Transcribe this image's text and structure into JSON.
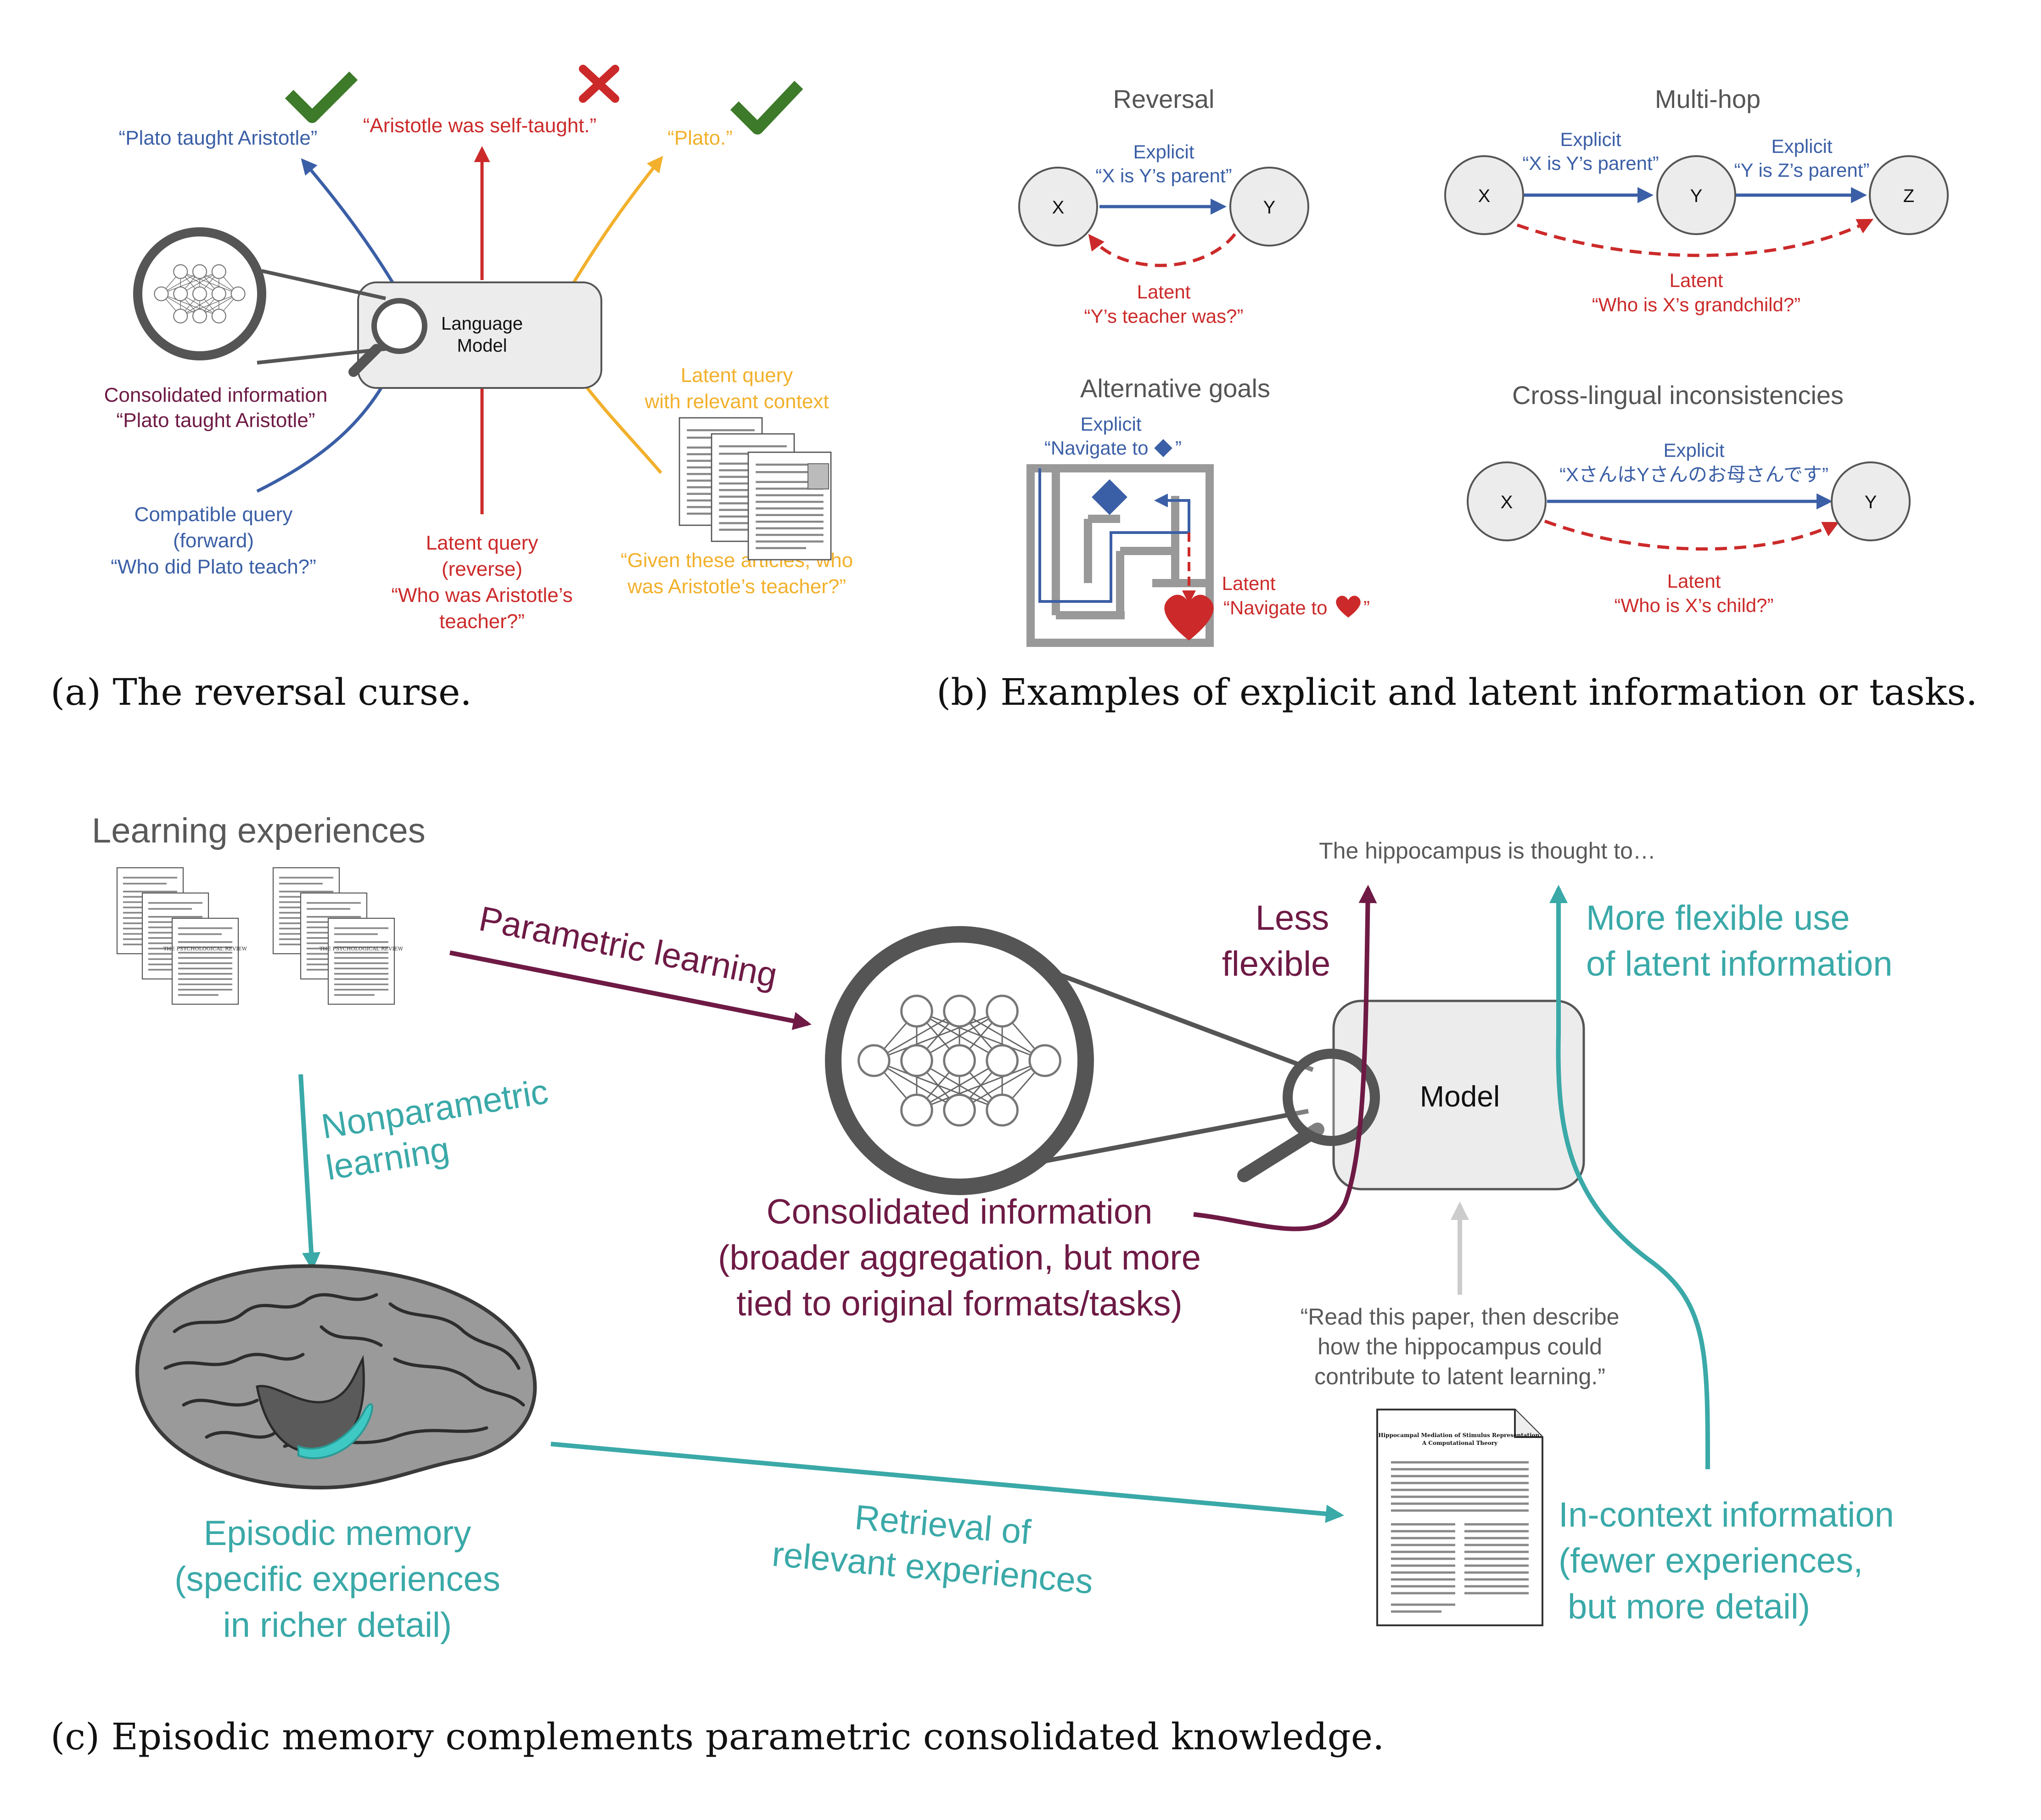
{
  "colors": {
    "blue": "#3b5fa6",
    "red": "#cc2a2a",
    "orange": "#f2b02c",
    "green": "#3d7a2a",
    "purple": "#6e1a45",
    "teal": "#3aa9a8",
    "gray": "#595959",
    "node_fill": "#ececec"
  },
  "panel_a": {
    "caption": "(a) The reversal curse.",
    "model_label_1": "Language",
    "model_label_2": "Model",
    "out_correct_forward": "“Plato taught Aristotle”",
    "out_wrong_reverse": "“Aristotle was self-taught.”",
    "out_correct_context": "“Plato.”",
    "consolidated_1": "Consolidated information",
    "consolidated_2": "“Plato taught Aristotle”",
    "compatible_1": "Compatible query",
    "compatible_2": "(forward)",
    "compatible_3": "“Who did Plato teach?”",
    "latent_1": "Latent query",
    "latent_2": "(reverse)",
    "latent_3": "“Who was Aristotle’s",
    "latent_4": "teacher?”",
    "context_label_1": "Latent query",
    "context_label_2": "with relevant context",
    "context_q_1": "“Given these articles, who",
    "context_q_2": "was Aristotle’s teacher?”",
    "icons": [
      "checkmark-icon",
      "cross-icon",
      "checkmark-icon",
      "magnifier-icon",
      "neural-network-icon",
      "documents-icon"
    ]
  },
  "panel_b": {
    "caption": "(b) Examples of explicit and latent information or tasks.",
    "reversal": {
      "title": "Reversal",
      "node_x": "X",
      "node_y": "Y",
      "explicit_1": "Explicit",
      "explicit_2": "“X is Y’s parent”",
      "latent_1": "Latent",
      "latent_2": "“Y’s teacher was?”"
    },
    "multihop": {
      "title": "Multi-hop",
      "node_x": "X",
      "node_y": "Y",
      "node_z": "Z",
      "explicit_a_1": "Explicit",
      "explicit_a_2": "“X is Y’s parent”",
      "explicit_b_1": "Explicit",
      "explicit_b_2": "“Y is Z’s parent”",
      "latent_1": "Latent",
      "latent_2": "“Who is X’s grandchild?”"
    },
    "goals": {
      "title": "Alternative goals",
      "explicit_1": "Explicit",
      "explicit_2": "“Navigate to",
      "explicit_end": "”",
      "latent_1": "Latent",
      "latent_2": "“Navigate to",
      "latent_end": "”",
      "icons": [
        "maze-icon",
        "diamond-icon",
        "heart-icon"
      ]
    },
    "crosslingual": {
      "title": "Cross-lingual inconsistencies",
      "node_x": "X",
      "node_y": "Y",
      "explicit_1": "Explicit",
      "explicit_2": "“XさんはYさんのお母さんです”",
      "latent_1": "Latent",
      "latent_2": "“Who is X’s child?”"
    }
  },
  "panel_c": {
    "caption": "(c) Episodic memory complements parametric consolidated knowledge.",
    "learning_experiences": "Learning experiences",
    "parametric": "Parametric learning",
    "nonparam_1": "Nonparametric",
    "nonparam_2": "learning",
    "model_label": "Model",
    "hippocampus_out": "The hippocampus is thought to…",
    "less_1": "Less",
    "less_2": "flexible",
    "more_1": "More flexible use",
    "more_2": "of latent information",
    "consolidated_1": "Consolidated information",
    "consolidated_2": "(broader aggregation, but more",
    "consolidated_3": "tied to original formats/tasks)",
    "prompt_1": "“Read this paper, then describe",
    "prompt_2": "how the hippocampus could",
    "prompt_3": "contribute to latent learning.”",
    "episodic_1": "Episodic memory",
    "episodic_2": "(specific experiences",
    "episodic_3": "in richer detail)",
    "retrieval_1": "Retrieval of",
    "retrieval_2": "relevant experiences",
    "incontext_1": "In-context information",
    "incontext_2": "(fewer experiences,",
    "incontext_3": "but more detail)",
    "doc_heading_1": "THE PSYCHOLOGICAL REVIEW",
    "doc_heading_2": "THE PSYCHOLOGICAL REVIEW",
    "paper_title_1": "Hippocampal Mediation of Stimulus Representation:",
    "paper_title_2": "A Computational Theory",
    "icons": [
      "documents-icon",
      "brain-icon",
      "neural-network-icon",
      "magnifier-icon",
      "paper-icon"
    ]
  }
}
